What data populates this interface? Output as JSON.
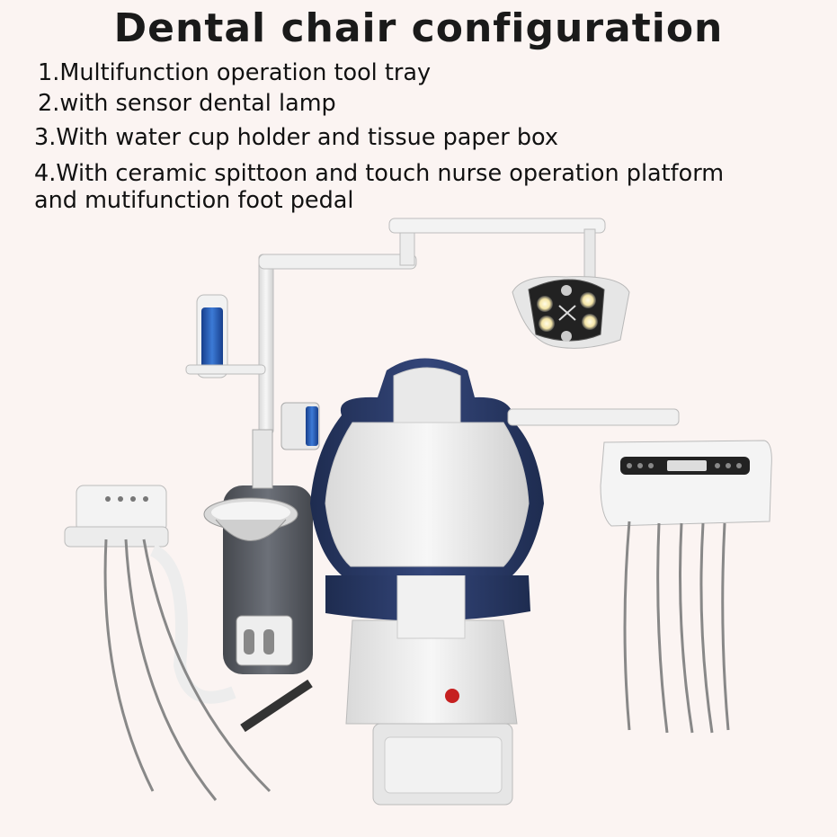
{
  "title": "Dental chair configuration",
  "features": [
    "1.Multifunction operation tool tray",
    "2.with sensor dental lamp",
    "3.With water cup holder and tissue paper box",
    "4.With ceramic spittoon and touch nurse operation platform",
    "and mutifunction foot pedal"
  ],
  "colors": {
    "background": "#fbf4f2",
    "upholstery": "#2a3a63",
    "frame": "#eeeeee",
    "unit_body": "#5a5d63",
    "water_bottle": "#1f56b8"
  }
}
